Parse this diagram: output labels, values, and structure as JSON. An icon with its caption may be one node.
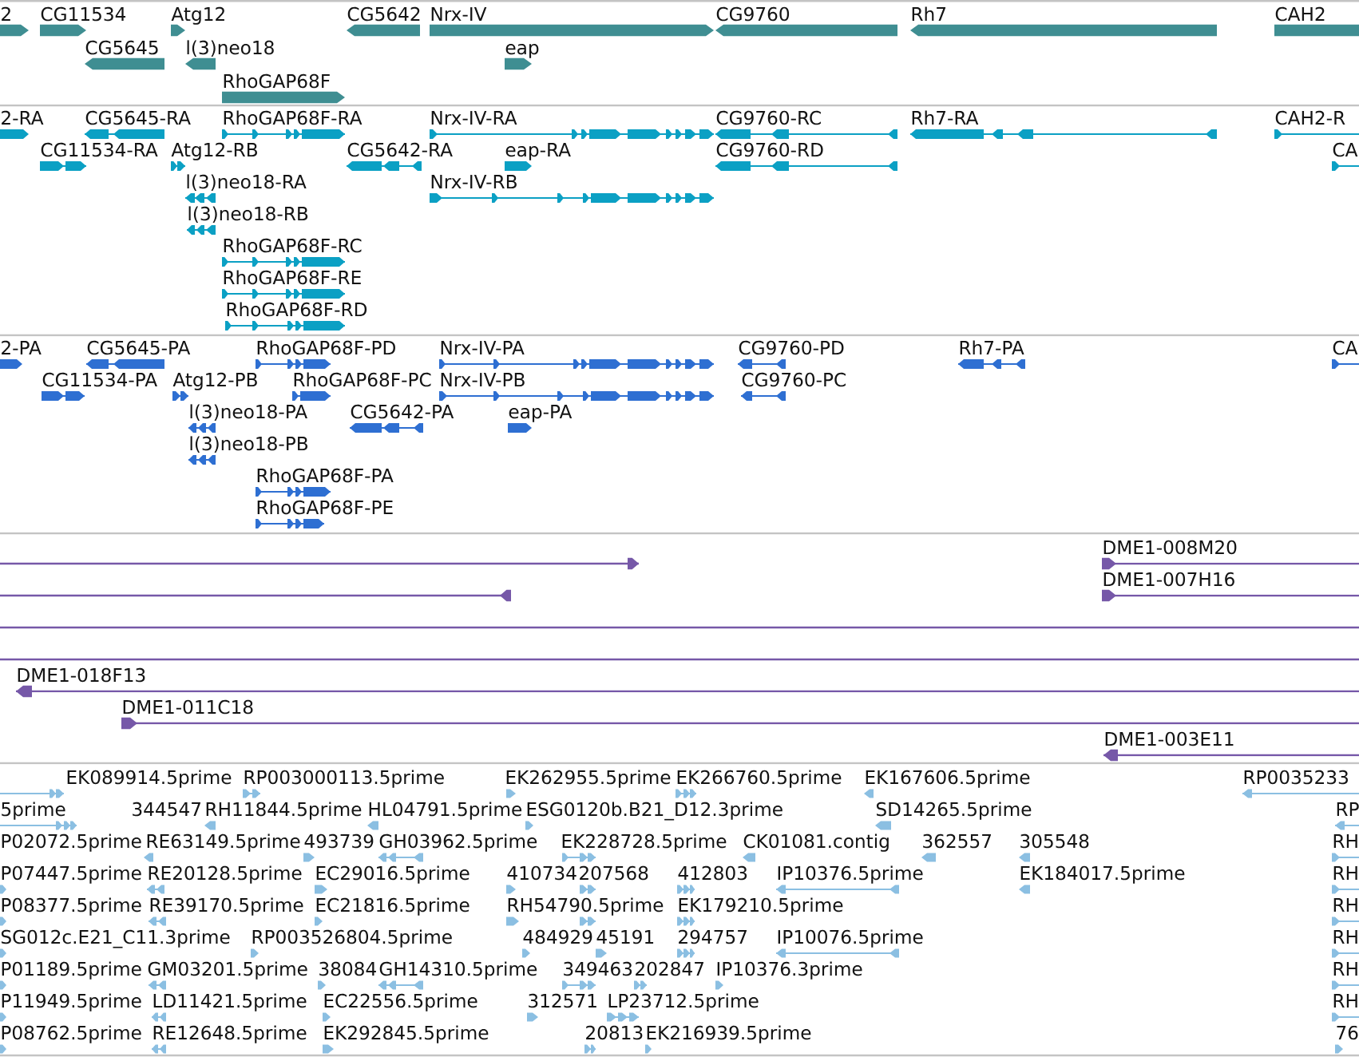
{
  "diagram": {
    "labels": [
      "2",
      "CG11534",
      "Atg12",
      "CG5642",
      "Nrx-IV",
      "CG9760",
      "Rh7",
      "CAH2",
      "CG5645",
      "l(3)neo18",
      "eap",
      "RhoGAP68F",
      "2-RA",
      "CG5645-RA",
      "RhoGAP68F-RA",
      "Nrx-IV-RA",
      "CG9760-RC",
      "Rh7-RA",
      "CAH2-R",
      "CG11534-RA",
      "Atg12-RB",
      "CG5642-RA",
      "eap-RA",
      "CG9760-RD",
      "CA",
      "l(3)neo18-RA",
      "Nrx-IV-RB",
      "l(3)neo18-RB",
      "RhoGAP68F-RC",
      "RhoGAP68F-RE",
      "RhoGAP68F-RD",
      "2-PA",
      "CG5645-PA",
      "RhoGAP68F-PD",
      "Nrx-IV-PA",
      "CG9760-PD",
      "Rh7-PA",
      "CA",
      "CG11534-PA",
      "Atg12-PB",
      "RhoGAP68F-PC",
      "Nrx-IV-PB",
      "CG9760-PC",
      "l(3)neo18-PA",
      "CG5642-PA",
      "eap-PA",
      "l(3)neo18-PB",
      "RhoGAP68F-PA",
      "RhoGAP68F-PE",
      "DME1-008M20",
      "DME1-007H16",
      "DME1-018F13",
      "DME1-011C18",
      "DME1-003E11",
      "EK089914.5prime",
      "RP003000113.5prime",
      "EK262955.5prime",
      "EK266760.5prime",
      "EK167606.5prime",
      "RP0035233",
      "5prime",
      "344547",
      "RH11844.5prime",
      "HL04791.5prime",
      "ESG0120b.B21_D12.3prime",
      "SD14265.5prime",
      "RP",
      "P02072.5prime",
      "RE63149.5prime",
      "493739",
      "GH03962.5prime",
      "EK228728.5prime",
      "CK01081.contig",
      "362557",
      "305548",
      "RH",
      "P07447.5prime",
      "RE20128.5prime",
      "EC29016.5prime",
      "410734",
      "207568",
      "412803",
      "IP10376.5prime",
      "EK184017.5prime",
      "RH",
      "P08377.5prime",
      "RE39170.5prime",
      "EC21816.5prime",
      "RH54790.5prime",
      "EK179210.5prime",
      "RH",
      "SG012c.E21_C11.3prime",
      "RP003526804.5prime",
      "484929",
      "45191",
      "294757",
      "IP10076.5prime",
      "RH",
      "P01189.5prime",
      "GM03201.5prime",
      "38084",
      "GH14310.5prime",
      "349463",
      "202847",
      "IP10376.3prime",
      "RH",
      "P11949.5prime",
      "LD11421.5prime",
      "EC22556.5prime",
      "312571",
      "LP23712.5prime",
      "RH",
      "P08762.5prime",
      "RE12648.5prime",
      "EK292845.5prime",
      "20813",
      "EK216939.5prime",
      "76"
    ]
  }
}
